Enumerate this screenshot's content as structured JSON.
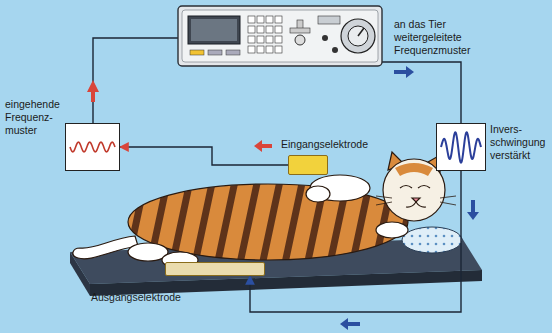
{
  "diagram": {
    "nodes": [
      {
        "text": [
          "eingehende Frequenz- muster"
        ]
      },
      {
        "text": [
          "Eingangselektrode"
        ]
      },
      {
        "text": [
          "Invers- schwingung verstärkt"
        ]
      },
      {
        "text": [
          "Ausgangselektrode"
        ]
      }
    ],
    "edges": [
      {
        "from": 1,
        "to": 0,
        "arrow": "to"
      },
      {
        "from": 2,
        "to": 3,
        "arrow": "to"
      }
    ],
    "labels": [
      "an das Tier weitergeleitete Frequenzmuster"
    ]
  }
}
